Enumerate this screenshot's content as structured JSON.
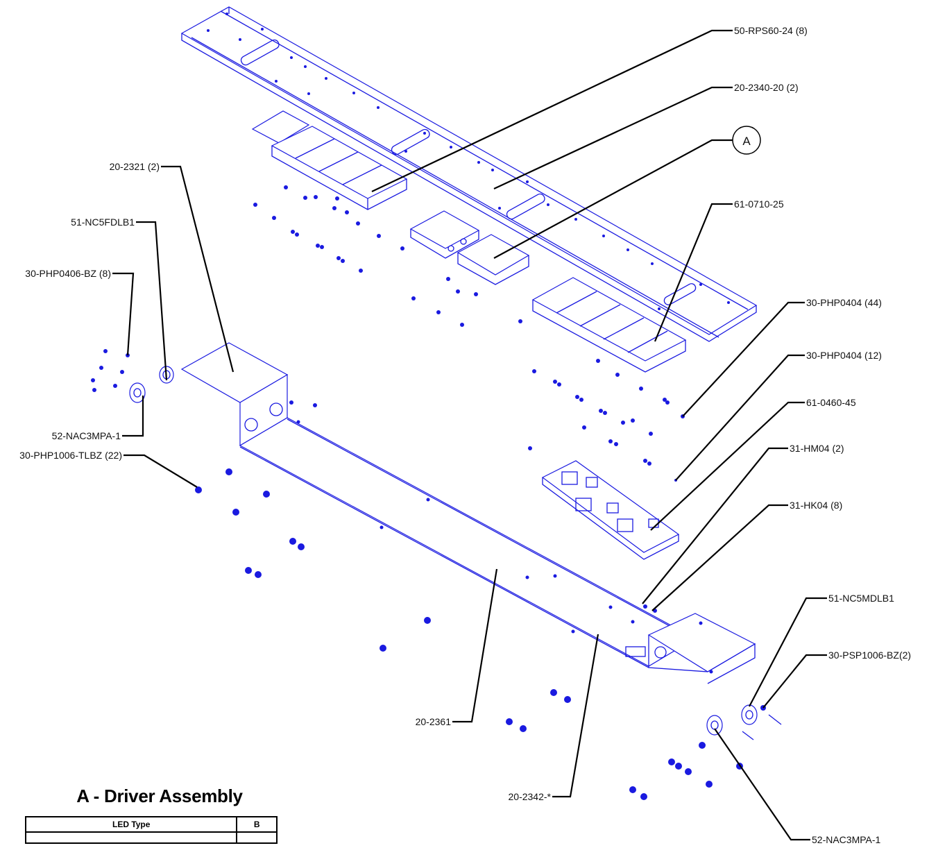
{
  "callouts": {
    "c1": "50-RPS60-24 (8)",
    "c2": "20-2340-20 (2)",
    "c3": "A",
    "c4": "20-2321 (2)",
    "c5": "61-0710-25",
    "c6": "51-NC5FDLB1",
    "c7": "30-PHP0406-BZ (8)",
    "c8": "30-PHP0404 (44)",
    "c9": "30-PHP0404 (12)",
    "c10": "61-0460-45",
    "c11": "52-NAC3MPA-1",
    "c12": "30-PHP1006-TLBZ (22)",
    "c13": "31-HM04 (2)",
    "c14": "31-HK04 (8)",
    "c15": "51-NC5MDLB1",
    "c16": "30-PSP1006-BZ(2)",
    "c17": "20-2361",
    "c18": "20-2342-*",
    "c19": "52-NAC3MPA-1"
  },
  "table": {
    "title": "A - Driver Assembly",
    "headers": [
      "LED Type",
      "B"
    ]
  }
}
